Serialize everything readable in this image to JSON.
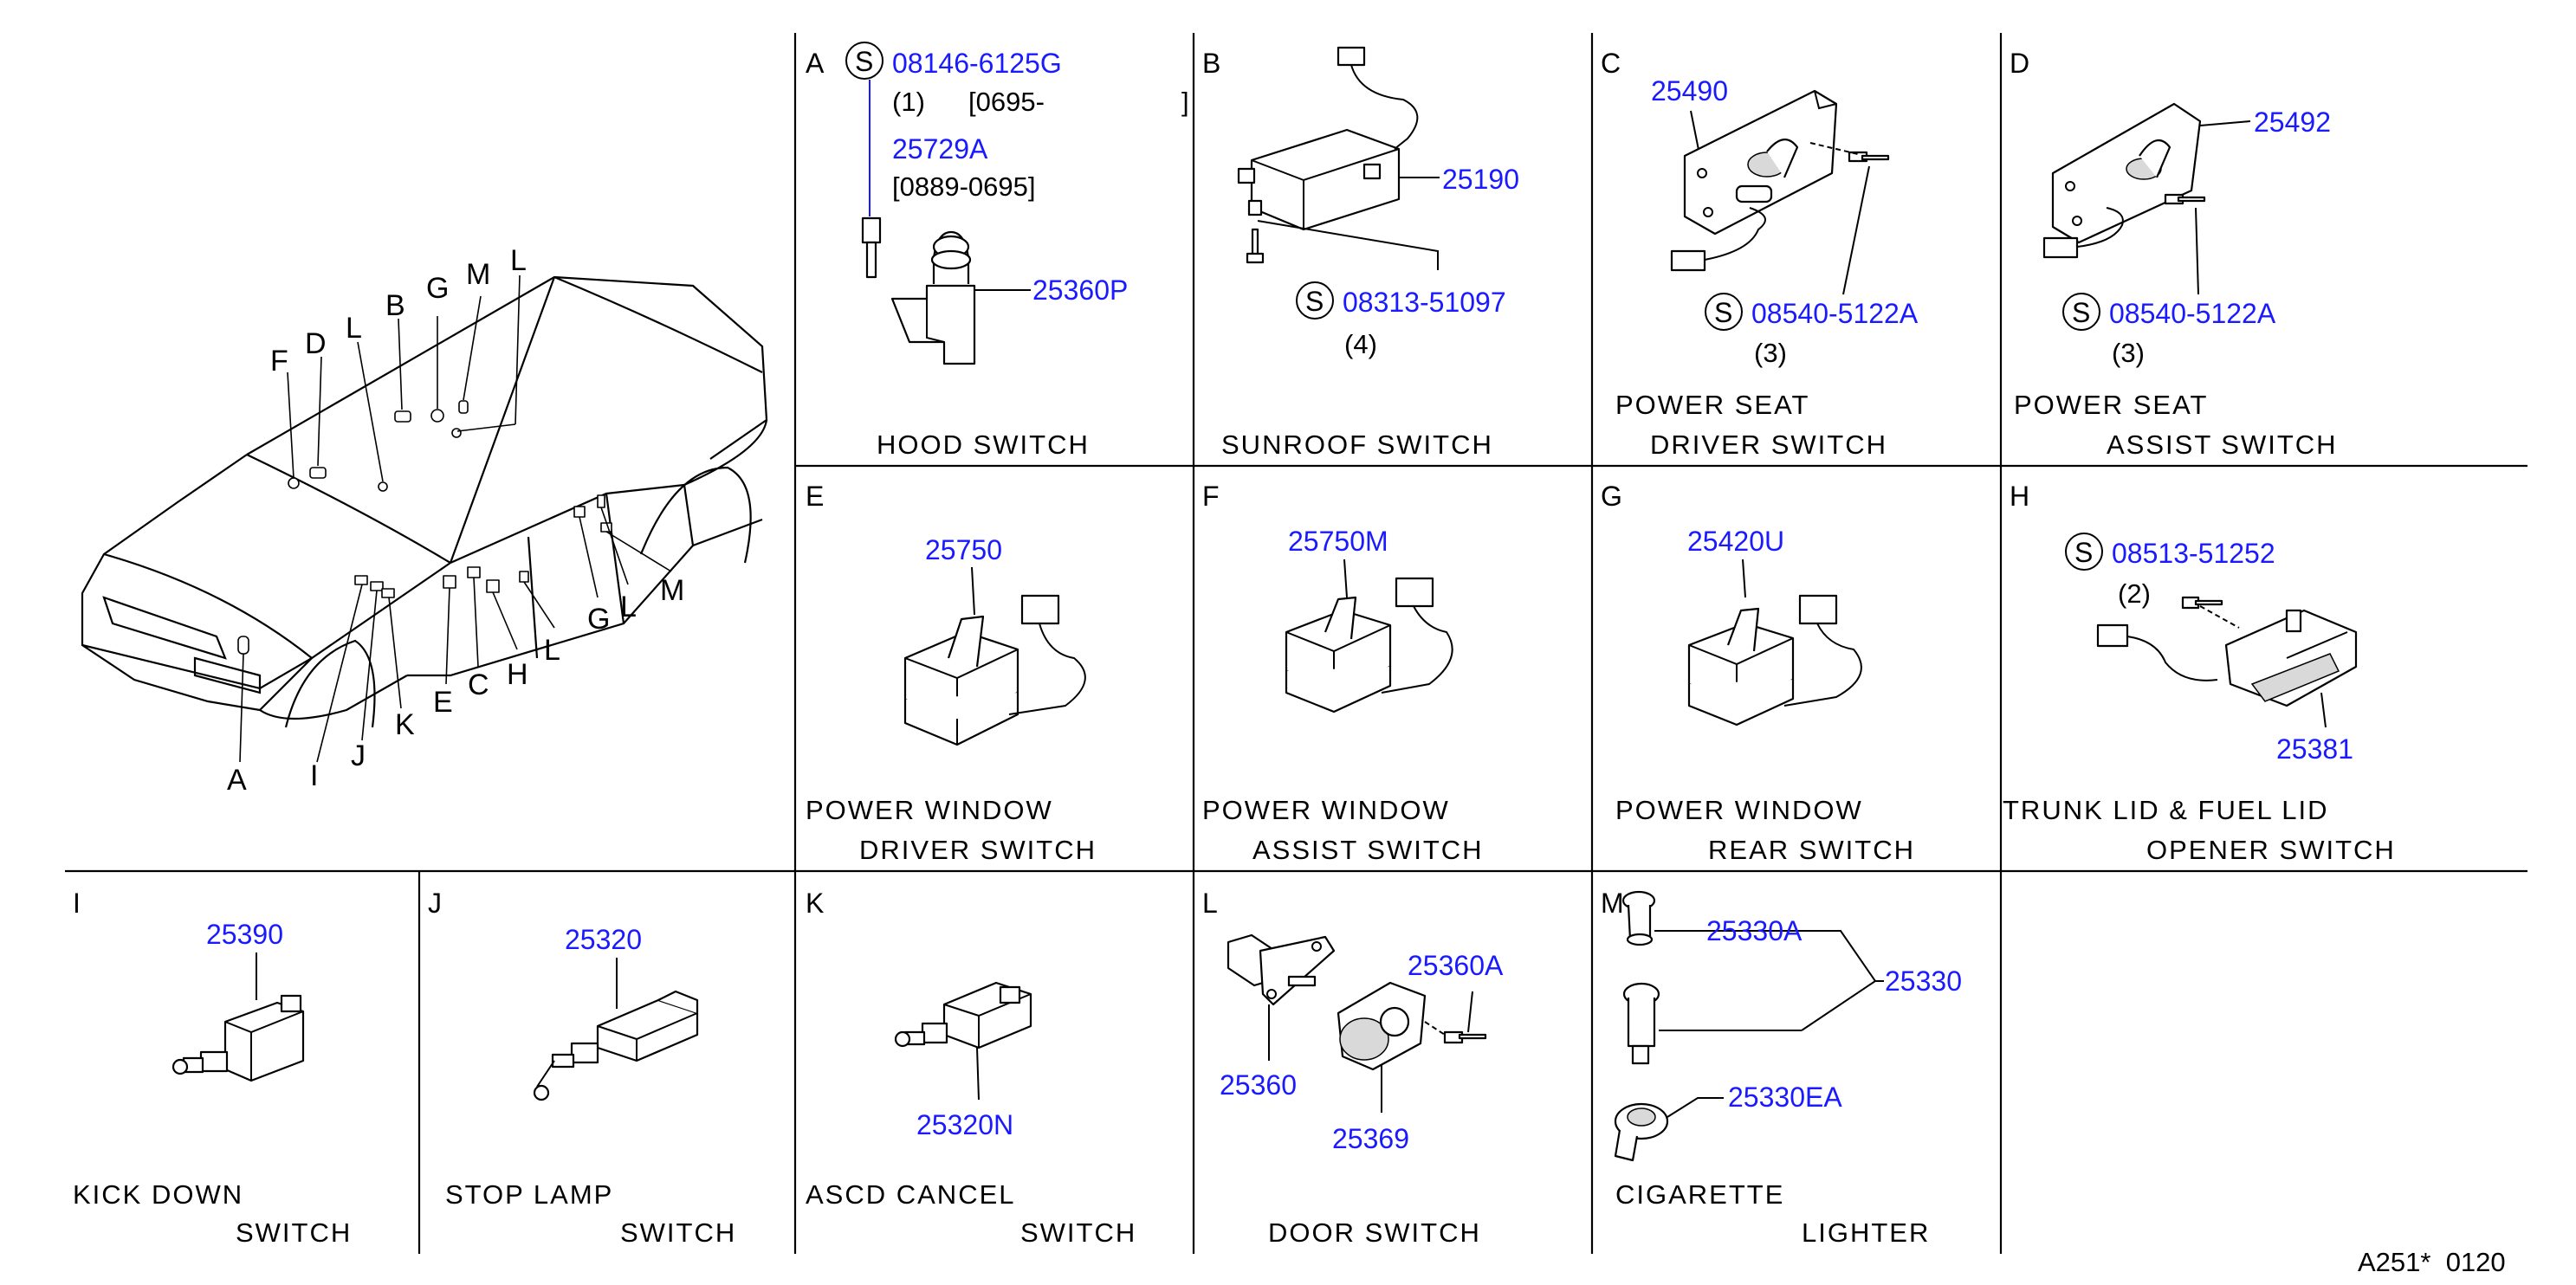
{
  "car_overview": {
    "letters": [
      "F",
      "D",
      "L",
      "B",
      "G",
      "M",
      "L",
      "A",
      "I",
      "J",
      "K",
      "E",
      "C",
      "H",
      "L",
      "G",
      "L",
      "M"
    ]
  },
  "panels": {
    "A": {
      "letter": "A",
      "screw": {
        "mark": "S",
        "number": "08146-6125G",
        "qty": "(1)",
        "range": "[0695-",
        "range_end": "]"
      },
      "alt_number": "25729A",
      "alt_range": "[0889-0695]",
      "part_number": "25360P",
      "caption": [
        "HOOD SWITCH"
      ]
    },
    "B": {
      "letter": "B",
      "part_number": "25190",
      "screw": {
        "mark": "S",
        "number": "08313-51097",
        "qty": "(4)"
      },
      "caption": [
        "SUNROOF SWITCH"
      ]
    },
    "C": {
      "letter": "C",
      "part_number": "25490",
      "screw": {
        "mark": "S",
        "number": "08540-5122A",
        "qty": "(3)"
      },
      "caption": [
        "POWER SEAT",
        "DRIVER SWITCH"
      ]
    },
    "D": {
      "letter": "D",
      "part_number": "25492",
      "screw": {
        "mark": "S",
        "number": "08540-5122A",
        "qty": "(3)"
      },
      "caption": [
        "POWER SEAT",
        "ASSIST SWITCH"
      ]
    },
    "E": {
      "letter": "E",
      "part_number": "25750",
      "caption": [
        "POWER WINDOW",
        "DRIVER SWITCH"
      ]
    },
    "F": {
      "letter": "F",
      "part_number": "25750M",
      "caption": [
        "POWER WINDOW",
        "ASSIST SWITCH"
      ]
    },
    "G": {
      "letter": "G",
      "part_number": "25420U",
      "caption": [
        "POWER WINDOW",
        "REAR SWITCH"
      ]
    },
    "H": {
      "letter": "H",
      "screw": {
        "mark": "S",
        "number": "08513-51252",
        "qty": "(2)"
      },
      "part_number": "25381",
      "caption": [
        "TRUNK LID & FUEL LID",
        "OPENER SWITCH"
      ]
    },
    "I": {
      "letter": "I",
      "part_number": "25390",
      "caption": [
        "KICK DOWN",
        "SWITCH"
      ]
    },
    "J": {
      "letter": "J",
      "part_number": "25320",
      "caption": [
        "STOP LAMP",
        "SWITCH"
      ]
    },
    "K": {
      "letter": "K",
      "part_number": "25320N",
      "caption": [
        "ASCD CANCEL",
        "SWITCH"
      ]
    },
    "L": {
      "letter": "L",
      "part_numbers": [
        "25360A",
        "25360",
        "25369"
      ],
      "caption": [
        "DOOR SWITCH"
      ]
    },
    "M": {
      "letter": "M",
      "part_numbers": [
        "25330A",
        "25330",
        "25330EA"
      ],
      "caption": [
        "CIGARETTE",
        "LIGHTER"
      ]
    }
  },
  "footer": {
    "code": "A251*  0120"
  }
}
